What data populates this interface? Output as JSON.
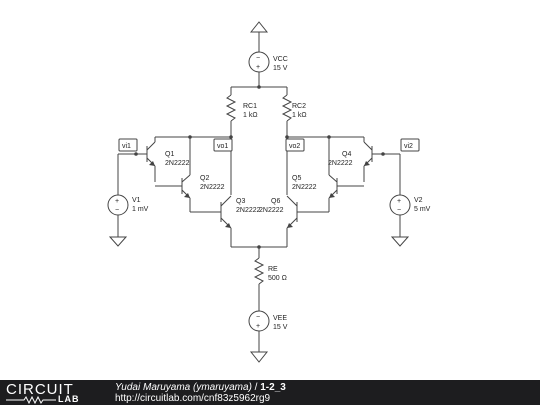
{
  "diagram": {
    "vcc": {
      "name": "VCC",
      "value": "15 V"
    },
    "vee": {
      "name": "VEE",
      "value": "15 V"
    },
    "rc1": {
      "name": "RC1",
      "value": "1 kΩ"
    },
    "rc2": {
      "name": "RC2",
      "value": "1 kΩ"
    },
    "re": {
      "name": "RE",
      "value": "500 Ω"
    },
    "v1": {
      "name": "V1",
      "value": "1 mV"
    },
    "v2": {
      "name": "V2",
      "value": "5 mV"
    },
    "q1": {
      "name": "Q1",
      "model": "2N2222"
    },
    "q2": {
      "name": "Q2",
      "model": "2N2222"
    },
    "q3": {
      "name": "Q3",
      "model": "2N2222"
    },
    "q4": {
      "name": "Q4",
      "model": "2N2222"
    },
    "q5": {
      "name": "Q5",
      "model": "2N2222"
    },
    "q6": {
      "name": "Q6",
      "model": "2N2222"
    },
    "nodes": {
      "vi1": "vi1",
      "vo1": "vo1",
      "vo2": "vo2",
      "vi2": "vi2"
    },
    "plus": "+",
    "minus": "−"
  },
  "footer": {
    "logo_top": "CIRCUIT",
    "logo_bottom": "LAB",
    "author": "Yudai Maruyama (ymaruyama)",
    "separator": " / ",
    "project": "1-2_3",
    "url": "http://circuitlab.com/cnf83z5962rg9"
  },
  "colors": {
    "wire": "#444444",
    "footer_bg": "#1d1d1f",
    "footer_text": "#ffffff"
  }
}
